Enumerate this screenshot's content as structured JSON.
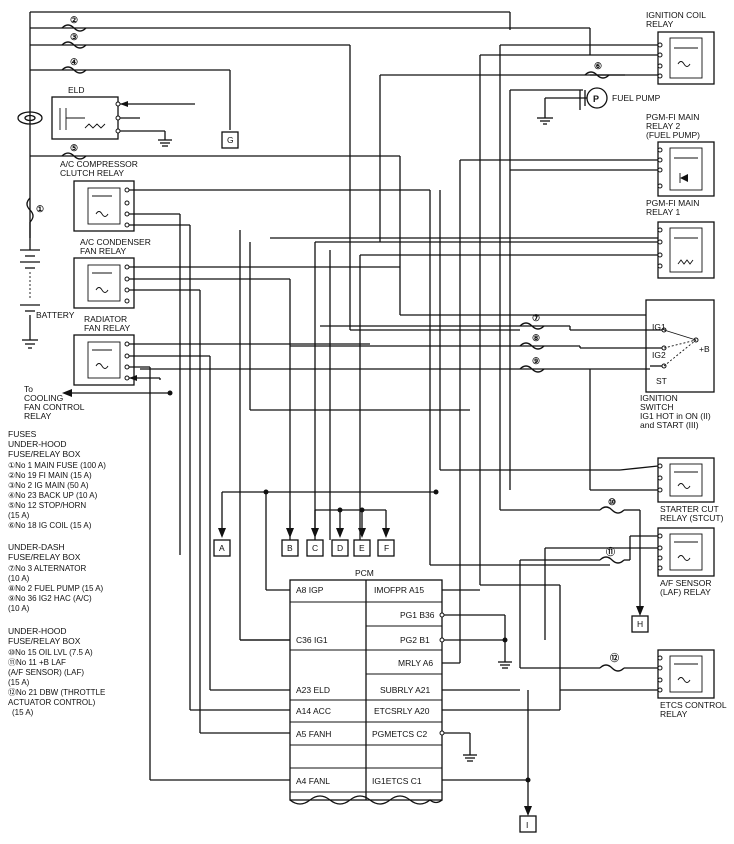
{
  "fuses": {
    "f2": "②",
    "f3": "③",
    "f4": "④",
    "f5": "⑤",
    "f1": "①",
    "f6": "⑥",
    "f7": "⑦",
    "f8": "⑧",
    "f9": "⑨",
    "f10": "⑩",
    "f11": "⑪",
    "f12": "⑫"
  },
  "labels": {
    "eld": "ELD",
    "ac_comp_relay": [
      "A/C COMPRESSOR",
      "CLUTCH RELAY"
    ],
    "ac_cond_relay": [
      "A/C CONDENSER",
      "FAN RELAY"
    ],
    "radiator_relay": [
      "RADIATOR",
      "FAN RELAY"
    ],
    "battery": "BATTERY",
    "cooling_fan": [
      "To",
      "COOLING",
      "FAN CONTROL",
      "RELAY"
    ],
    "ign_coil_relay": [
      "IGNITION COIL",
      "RELAY"
    ],
    "fuel_pump": "FUEL PUMP",
    "fuel_pump_p": "P",
    "pgmfi_relay2": [
      "PGM-FI MAIN",
      "RELAY 2",
      "(FUEL PUMP)"
    ],
    "pgmfi_relay1": [
      "PGM-FI MAIN",
      "RELAY 1"
    ],
    "ign_switch_pos": [
      "IG1",
      "IG2",
      "ST"
    ],
    "plus_b": "+B",
    "ign_switch": [
      "IGNITION",
      "SWITCH",
      "IG1 HOT in ON (II)",
      "and START (III)"
    ],
    "starter_cut": [
      "STARTER CUT",
      "RELAY (STCUT)"
    ],
    "af_sensor": [
      "A/F SENSOR",
      "(LAF) RELAY"
    ],
    "etcs_relay": [
      "ETCS CONTROL",
      "RELAY"
    ],
    "pcm": "PCM"
  },
  "connectors": {
    "A": "A",
    "B": "B",
    "C": "C",
    "D": "D",
    "E": "E",
    "F": "F",
    "G": "G",
    "H": "H",
    "I": "I"
  },
  "pcm_pins": {
    "left": [
      "A8 IGP",
      "C36 IG1",
      "A23 ELD",
      "A14 ACC",
      "A5 FANH",
      "A4 FANL"
    ],
    "right": [
      "IMOFPR A15",
      "PG1 B36",
      "PG2 B1",
      "MRLY A6",
      "SUBRLY A21",
      "ETCSRLY A20",
      "PGMETCS C2",
      "IG1ETCS C1"
    ]
  },
  "legend": {
    "title": [
      "FUSES",
      "UNDER-HOOD",
      "FUSE/RELAY BOX"
    ],
    "group1": [
      "①No 1 MAIN FUSE (100 A)",
      "②No 19 FI MAIN (15 A)",
      "③No 2 IG MAIN (50 A)",
      "④No 23 BACK UP (10 A)",
      "⑤No 12 STOP/HORN",
      "(15 A)",
      "⑥No 18 IG COIL (15 A)"
    ],
    "group2_title": [
      "UNDER-DASH",
      "FUSE/RELAY BOX"
    ],
    "group2": [
      "⑦No 3 ALTERNATOR",
      "(10 A)",
      "⑧No 2 FUEL PUMP (15 A)",
      "⑨No 36 IG2 HAC (A/C)",
      "(10 A)"
    ],
    "group3_title": [
      "UNDER-HOOD",
      "FUSE/RELAY BOX"
    ],
    "group3": [
      "⑩No 15 OIL LVL (7.5 A)",
      "⑪No 11 +B LAF",
      "(A/F SENSOR) (LAF)",
      "(15 A)",
      "⑫No 21 DBW (THROTTLE",
      "ACTUATOR CONTROL)",
      "(15 A)"
    ]
  }
}
